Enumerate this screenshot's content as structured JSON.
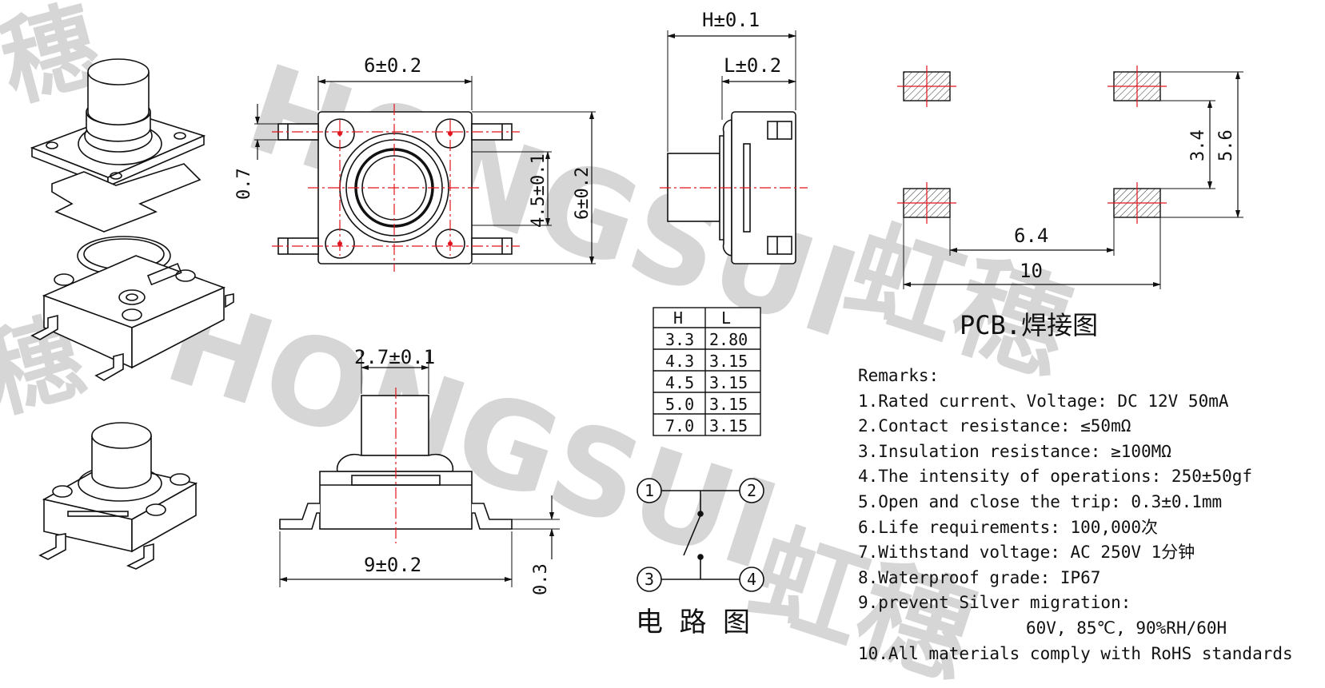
{
  "watermark": {
    "brand": "HONGSUI",
    "cn": "虹穗",
    "cn_char": "穗",
    "color": "#d6d6d6"
  },
  "dimensions": {
    "top_width": "6±0.2",
    "pin_pitch": "0.7",
    "inner_height": "4.5±0.1",
    "outer_height": "6±0.2",
    "side_height": "H±0.1",
    "side_length": "L±0.2",
    "actuator_width": "2.7±0.1",
    "body_width": "9±0.2",
    "lead_thickness": "0.3"
  },
  "hl_table": {
    "headers": [
      "H",
      "L"
    ],
    "rows": [
      [
        "3.3",
        "2.80"
      ],
      [
        "4.3",
        "3.15"
      ],
      [
        "4.5",
        "3.15"
      ],
      [
        "5.0",
        "3.15"
      ],
      [
        "7.0",
        "3.15"
      ]
    ]
  },
  "pcb_layout": {
    "pitch_x": "6.4",
    "span_x": "10",
    "pitch_y": "3.4",
    "span_y": "5.6",
    "title": "PCB.焊接图"
  },
  "circuit": {
    "pins": [
      "1",
      "2",
      "3",
      "4"
    ],
    "title": "电 路 图"
  },
  "remarks": {
    "title": "Remarks:",
    "items": [
      "1.Rated current、Voltage: DC 12V 50mA",
      "2.Contact resistance: ≤50mΩ",
      "3.Insulation resistance: ≥100MΩ",
      "4.The intensity of operations: 250±50gf",
      "5.Open and close the trip: 0.3±0.1mm",
      "6.Life requirements: 100,000次",
      "7.Withstand voltage: AC 250V 1分钟",
      "8.Waterproof grade: IP67",
      "9.prevent Silver migration:"
    ],
    "item9_detail": "60V, 85℃, 90%RH/60H",
    "item10": "10.All materials comply with RoHS standards"
  },
  "colors": {
    "line": "#111111",
    "centerline": "#e0141e",
    "watermark": "#d6d6d6"
  }
}
